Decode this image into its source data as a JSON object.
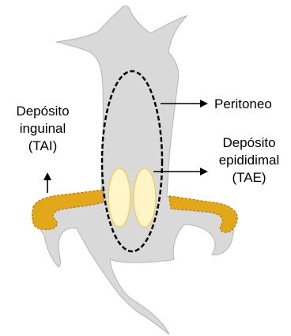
{
  "colors": {
    "body_fill": "#d9d9d9",
    "body_stroke": "#b5b5b5",
    "fat_deposit": "#e3a81a",
    "fat_deposit_stroke": "#b07a10",
    "epididymal_fill": "#fff5c8",
    "epididymal_stroke": "#f0d060",
    "peritoneum_line": "#000000",
    "arrow": "#000000",
    "background": "#ffffff"
  },
  "labels": {
    "peritoneum": "Peritoneo",
    "inguinal_line1": "Depósito",
    "inguinal_line2": "inguinal",
    "inguinal_line3": "(TAI)",
    "epididymal_line1": "Depósito",
    "epididymal_line2": "epididimal",
    "epididymal_line3": "(TAE)"
  }
}
